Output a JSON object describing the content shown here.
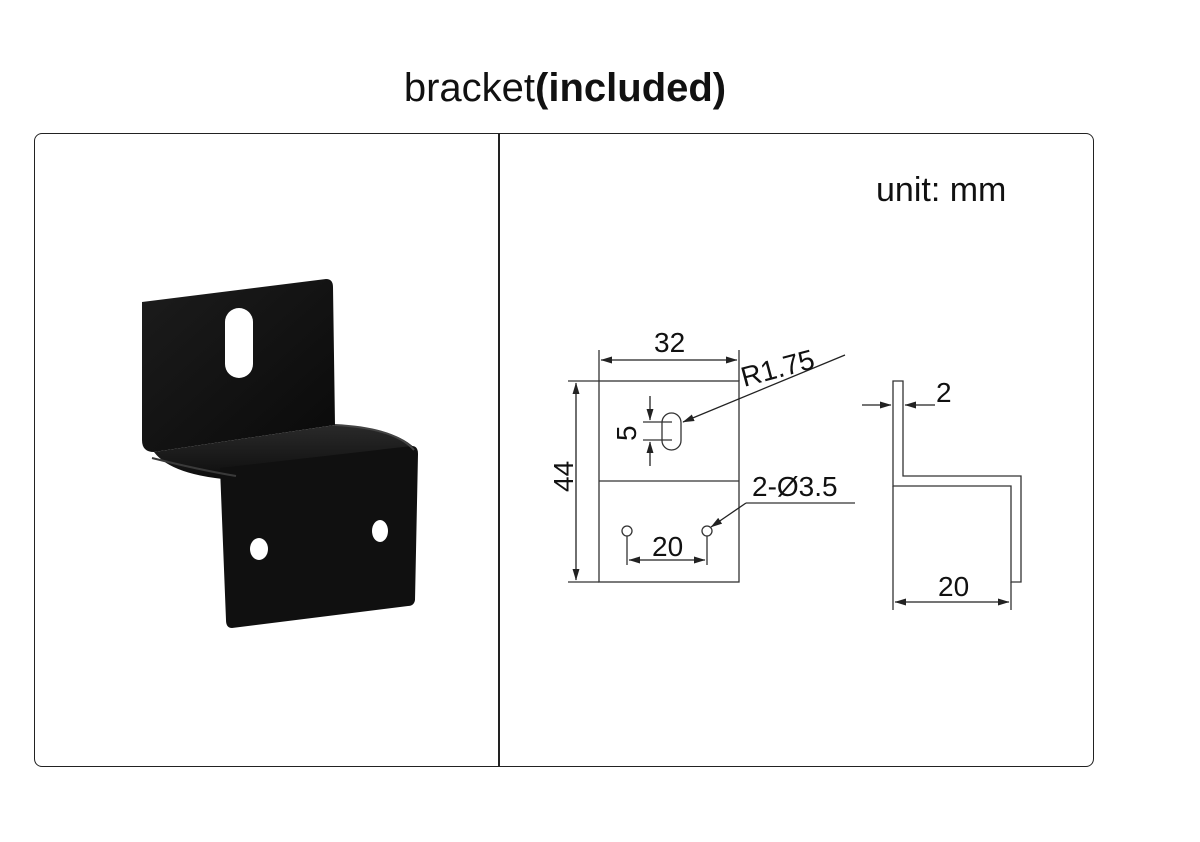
{
  "title": {
    "normal": "bracket",
    "bold": "(included)"
  },
  "unit_label": "unit: mm",
  "dimensions": {
    "width_top": "32",
    "height": "44",
    "slot_radius": "R1.75",
    "slot_length": "5",
    "holes": "2-Ø3.5",
    "hole_spacing": "20",
    "thickness": "2",
    "depth": "20"
  },
  "colors": {
    "bracket": "#111111",
    "drawing_line": "#333333"
  }
}
